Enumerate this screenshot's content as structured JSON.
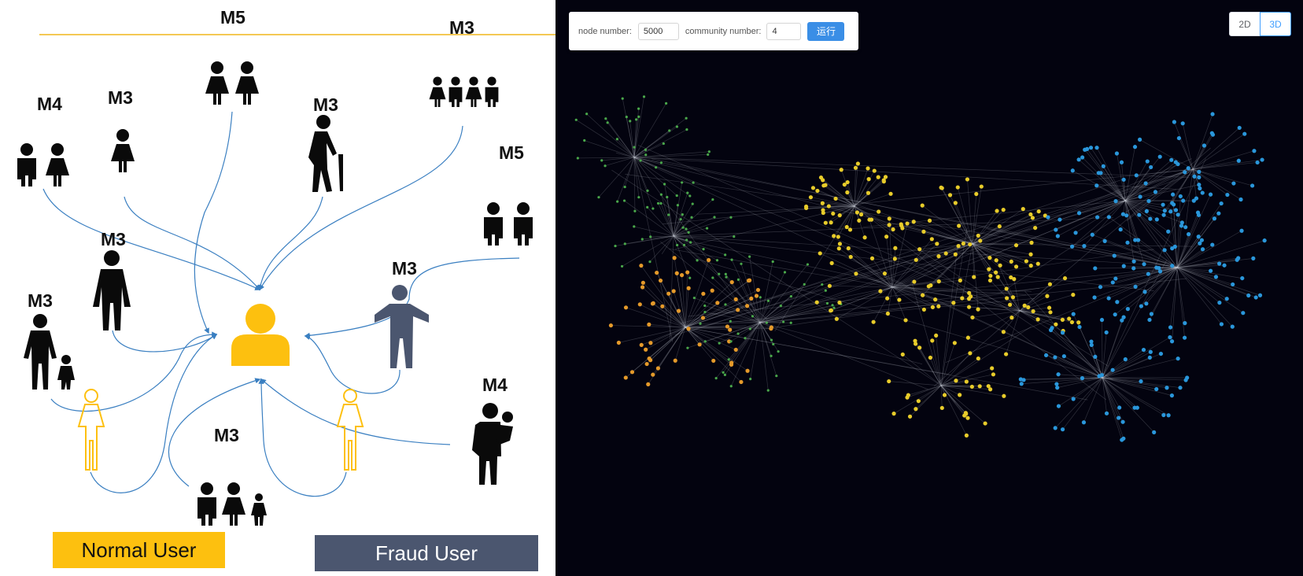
{
  "diagram": {
    "labels": [
      "M5",
      "M3",
      "M4",
      "M3",
      "M3",
      "M5",
      "M3",
      "M3",
      "M3",
      "M4",
      "M3"
    ],
    "colors": {
      "normal": "#fdc00f",
      "fraud": "#4b566f",
      "person": "#0a0a0a",
      "arrow": "#3a7fc1",
      "topline": "#f1b51c"
    },
    "legend": {
      "normal": "Normal User",
      "fraud": "Fraud User"
    },
    "icons": [
      "person-icon",
      "couple-icon",
      "group-icon",
      "elderly-icon",
      "parent-child-icon",
      "family-icon",
      "parent-baby-icon",
      "fraud-user-icon",
      "target-user-icon"
    ]
  },
  "graph_view": {
    "controls": {
      "node_label": "node number:",
      "node_value": "5000",
      "community_label": "community number:",
      "community_value": "4",
      "run_label": "运行"
    },
    "view_toggle": {
      "2d": "2D",
      "3d": "3D",
      "active": "3D"
    },
    "colors": {
      "background": "#03030f",
      "edge": "#cfd3dc",
      "community_green": "#4aa84b",
      "community_orange": "#e59a2a",
      "community_yellow": "#e8cc2a",
      "community_blue": "#2a97db"
    }
  }
}
